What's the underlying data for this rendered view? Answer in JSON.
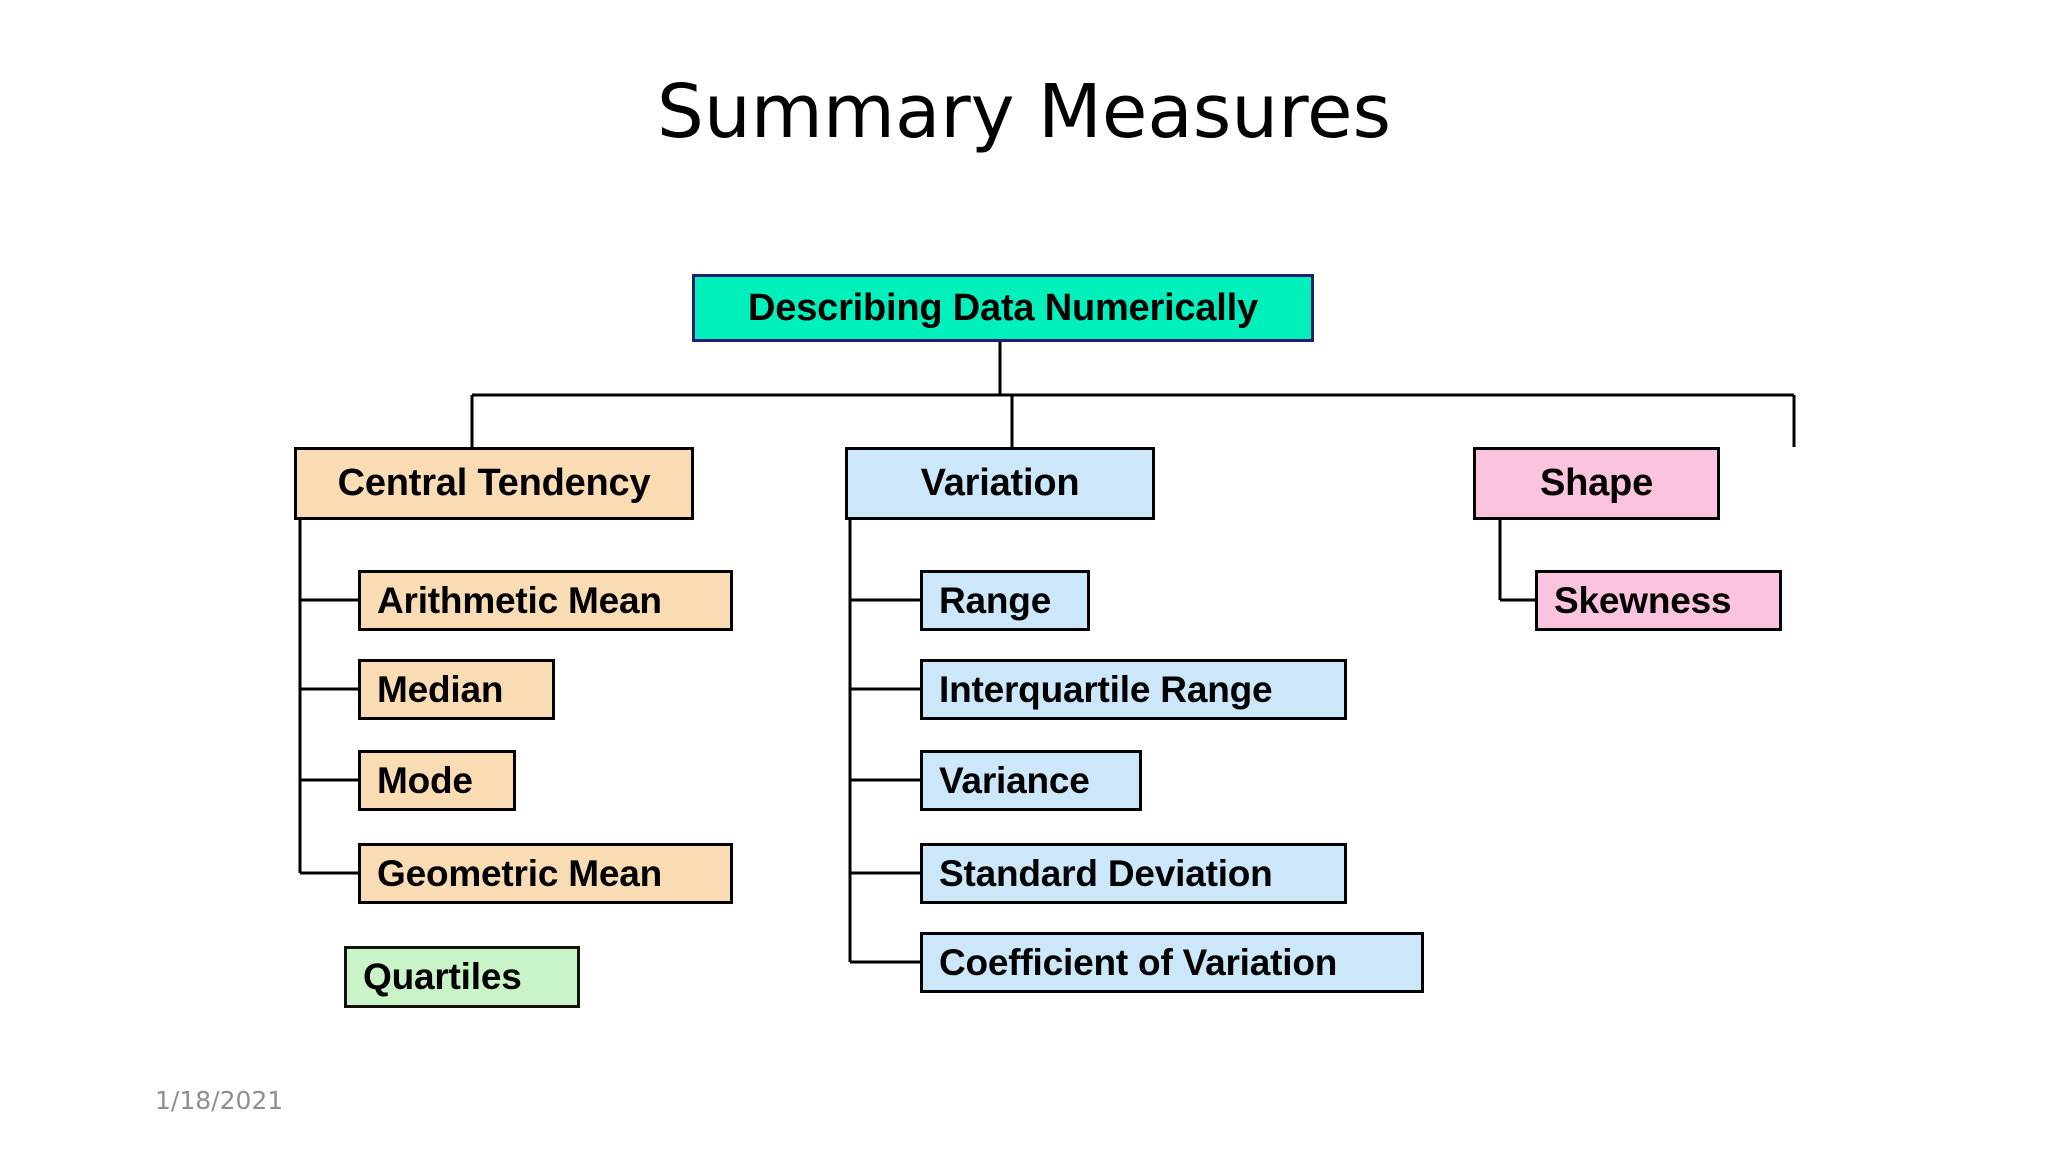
{
  "slide": {
    "title": "Summary Measures",
    "date": "1/18/2021",
    "background_color": "#ffffff"
  },
  "colors": {
    "root_fill": "#00f0bb",
    "root_border": "#1f1f6e",
    "central_tendency_fill": "#fadcb4",
    "variation_fill": "#cce6fa",
    "shape_fill": "#fbc3dd",
    "quartiles_fill": "#c8f4c8",
    "node_border": "#000000",
    "connector": "#000000",
    "date_color": "#8f8f8f"
  },
  "diagram": {
    "root": {
      "label": "Describing Data Numerically"
    },
    "branches": [
      {
        "label": "Central Tendency",
        "children": [
          {
            "label": "Arithmetic Mean"
          },
          {
            "label": "Median"
          },
          {
            "label": "Mode"
          },
          {
            "label": "Geometric Mean"
          }
        ]
      },
      {
        "label": "Variation",
        "children": [
          {
            "label": "Range"
          },
          {
            "label": "Interquartile Range"
          },
          {
            "label": "Variance"
          },
          {
            "label": "Standard Deviation"
          },
          {
            "label": "Coefficient of Variation"
          }
        ]
      },
      {
        "label": "Shape",
        "children": [
          {
            "label": "Skewness"
          }
        ]
      }
    ],
    "detached": [
      {
        "label": "Quartiles"
      }
    ]
  }
}
